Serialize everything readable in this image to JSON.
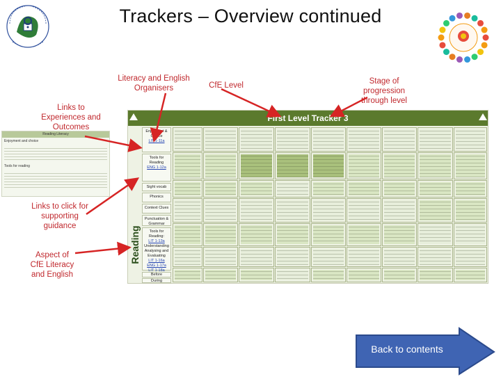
{
  "title": "Trackers – Overview continued",
  "labels": {
    "literacy": "Literacy and English Organisers",
    "cfe": "CfE Level",
    "stage": "Stage of progression through level",
    "links_exp": "Links to Experiences and Outcomes",
    "links_click": "Links to click for supporting guidance",
    "aspect": "Aspect of CfE Literacy and English"
  },
  "tracker": {
    "heading": "First Level Tracker 3",
    "vertical": "Reading",
    "left_cells": {
      "enjoyment": "Enjoyment & Choice",
      "enjoyment_link": "LIT 1-11a",
      "tools": "Tools for Reading",
      "tools_link": "ENG 1-12a",
      "sight": "Sight vocab",
      "phonics": "Phonics",
      "context": "Context Clues",
      "punct": "Punctuation & Grammar",
      "tools2": "Tools for Reading:",
      "tools2_link": "LIT 1-13a",
      "understanding": "Understanding Analysing and Evaluating",
      "u_links": [
        "LIT 1-16a",
        "ENG 1-17a",
        "LIT 1-18a"
      ],
      "before": "Before",
      "during": "During"
    }
  },
  "side_doc": {
    "heading": "Reading Literacy",
    "row1": "Enjoyment and choice",
    "row2": "Tools for reading"
  },
  "button": {
    "label": "Back to contents"
  },
  "colors": {
    "accent_red": "#c0282d",
    "header_green": "#5b7a2d",
    "button_blue": "#3b5fad"
  }
}
